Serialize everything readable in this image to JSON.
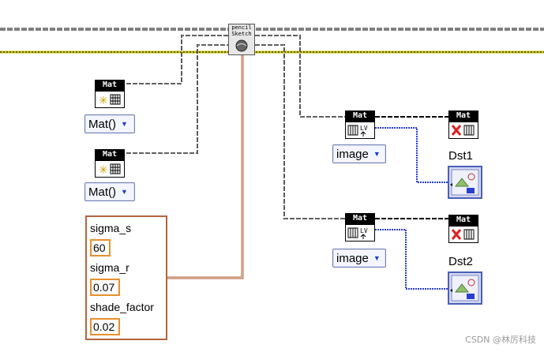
{
  "pencil_node": {
    "line1": "pencil",
    "line2": "Sketch"
  },
  "mat_consts": [
    {
      "header": "Mat",
      "dropdown": "Mat()"
    },
    {
      "header": "Mat",
      "dropdown": "Mat()"
    }
  ],
  "cluster": {
    "fields": [
      {
        "label": "sigma_s",
        "value": "60"
      },
      {
        "label": "sigma_r",
        "value": "0.07"
      },
      {
        "label": "shade_factor",
        "value": "0.02"
      }
    ]
  },
  "outputs": [
    {
      "convert_header": "Mat",
      "convert_dropdown": "image",
      "delete_header": "Mat",
      "label": "Dst1"
    },
    {
      "convert_header": "Mat",
      "convert_dropdown": "image",
      "delete_header": "Mat",
      "label": "Dst2"
    }
  ],
  "watermark": "CSDN @林厉科技",
  "colors": {
    "wire_mat": "#000000",
    "wire_error": "#c9c200",
    "wire_cluster": "#b5643c",
    "wire_image": "#2a3fcf",
    "numeric_border": "#e8902f"
  }
}
